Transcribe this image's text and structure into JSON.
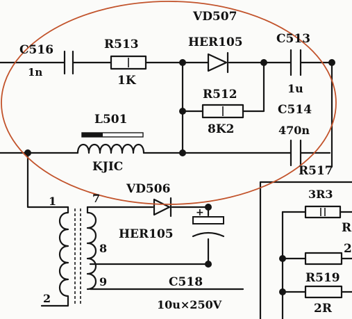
{
  "colors": {
    "ink": "#151515",
    "highlight_ellipse": "#c2532b",
    "background": "#fbfbf9"
  },
  "components": {
    "c516": {
      "ref": "C516",
      "value": "1n"
    },
    "r513": {
      "ref": "R513",
      "value": "1K"
    },
    "vd507": {
      "ref": "VD507",
      "part": "HER105"
    },
    "c513": {
      "ref": "C513",
      "value": "1u"
    },
    "r512": {
      "ref": "R512",
      "value": "8K2"
    },
    "c514": {
      "ref": "C514",
      "value": "470n"
    },
    "l501": {
      "ref": "L501",
      "part": "KJIC"
    },
    "r517": {
      "ref": "R517"
    },
    "r3r3": {
      "value": "3R3"
    },
    "vd506": {
      "ref": "VD506",
      "part": "HER105"
    },
    "c518": {
      "ref": "C518",
      "value": "10u×250V"
    },
    "r519": {
      "ref": "R519",
      "value": "2R"
    },
    "partial_r": {
      "text": "R"
    },
    "partial_2": {
      "text": "2"
    }
  },
  "transformer": {
    "pins": [
      "1",
      "2",
      "7",
      "8",
      "9"
    ]
  }
}
